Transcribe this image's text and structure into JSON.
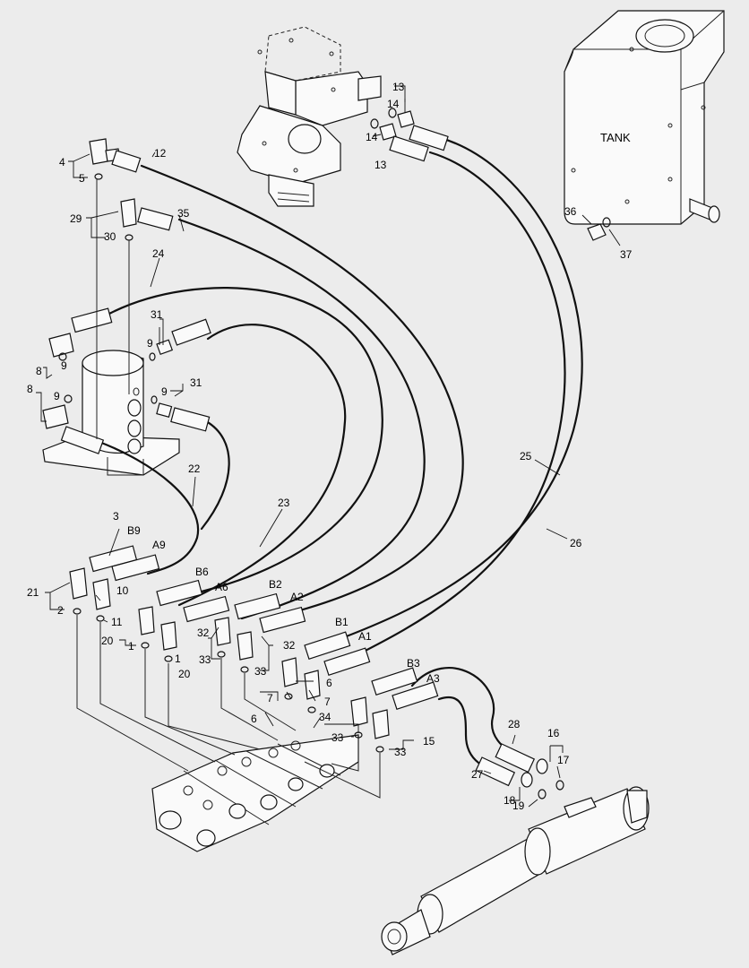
{
  "tank_label": "TANK",
  "callouts": [
    "1",
    "2",
    "3",
    "4",
    "5",
    "6",
    "7",
    "8",
    "9",
    "10",
    "11",
    "12",
    "13",
    "14",
    "15",
    "16",
    "17",
    "18",
    "19",
    "20",
    "21",
    "22",
    "23",
    "24",
    "25",
    "26",
    "27",
    "28",
    "29",
    "30",
    "31",
    "32",
    "33",
    "34",
    "35",
    "36",
    "37"
  ],
  "port_labels": [
    "A1",
    "A2",
    "A3",
    "A6",
    "A9",
    "B1",
    "B2",
    "B3",
    "B6",
    "B9"
  ]
}
